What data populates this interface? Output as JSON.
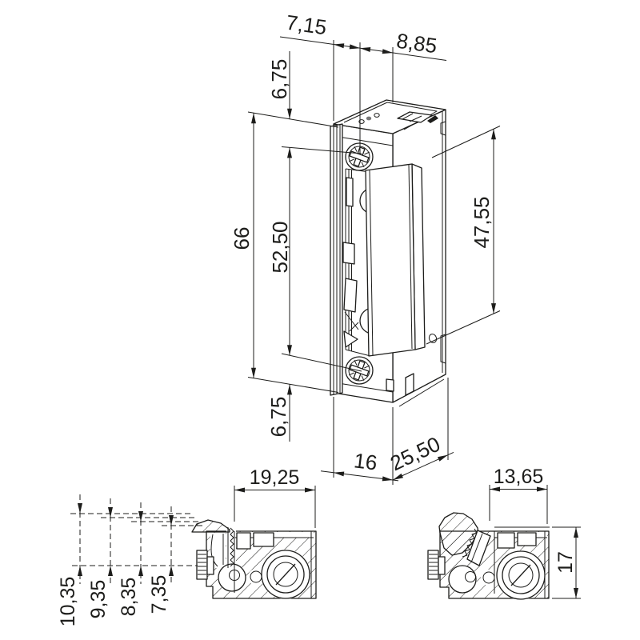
{
  "front_view": {
    "dim_top_left": "7,15",
    "dim_top_right": "8,85",
    "dim_offset_top": "6,75",
    "dim_total_height": "66",
    "dim_screw_spacing": "52,50",
    "dim_body_height": "47,55",
    "dim_offset_bottom": "6,75",
    "dim_width": "16",
    "dim_depth": "25,50"
  },
  "bottom_left_view": {
    "dim_width": "19,25",
    "dim_depths": [
      "10,35",
      "9,35",
      "8,35",
      "7,35"
    ]
  },
  "bottom_right_view": {
    "dim_width": "13,65",
    "dim_height": "17"
  },
  "style": {
    "line_color": "#1d1d1b",
    "background_color": "#ffffff"
  }
}
